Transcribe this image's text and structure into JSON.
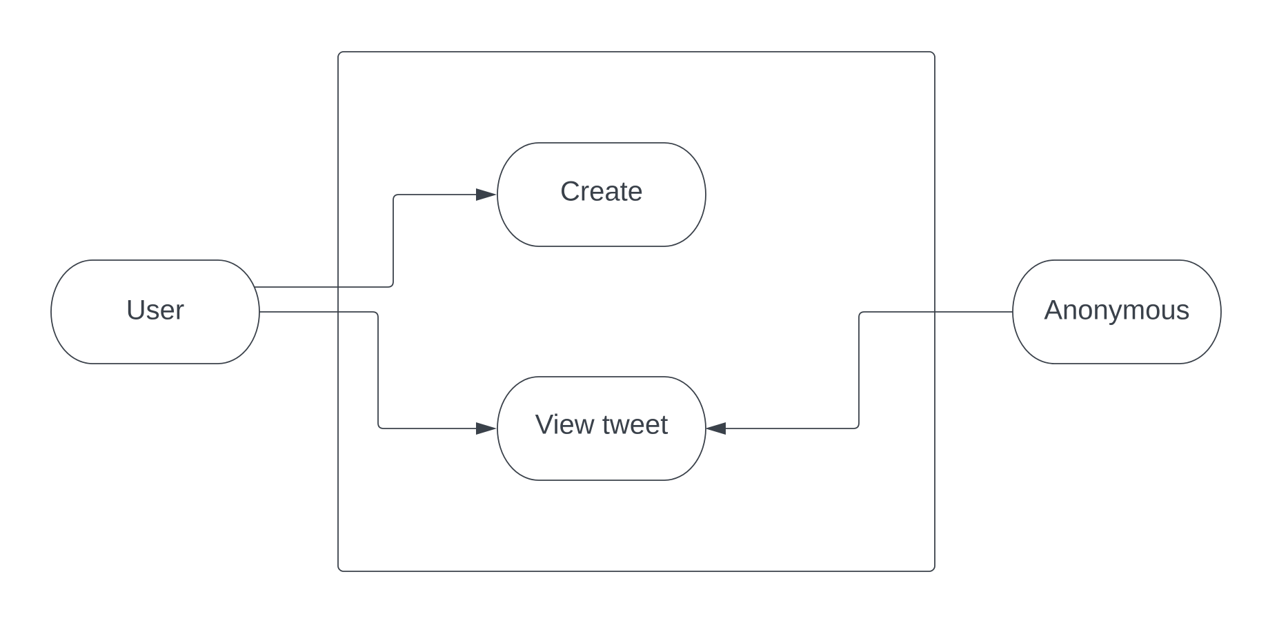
{
  "colors": {
    "stroke": "#3a414a",
    "text": "#3a414a",
    "background": "#ffffff"
  },
  "nodes": {
    "user": {
      "label": "User"
    },
    "anonymous": {
      "label": "Anonymous"
    },
    "create": {
      "label": "Create"
    },
    "view_tweet": {
      "label": "View tweet"
    }
  },
  "edges": [
    {
      "from": "User",
      "to": "Create"
    },
    {
      "from": "User",
      "to": "View tweet"
    },
    {
      "from": "Anonymous",
      "to": "View tweet"
    }
  ]
}
